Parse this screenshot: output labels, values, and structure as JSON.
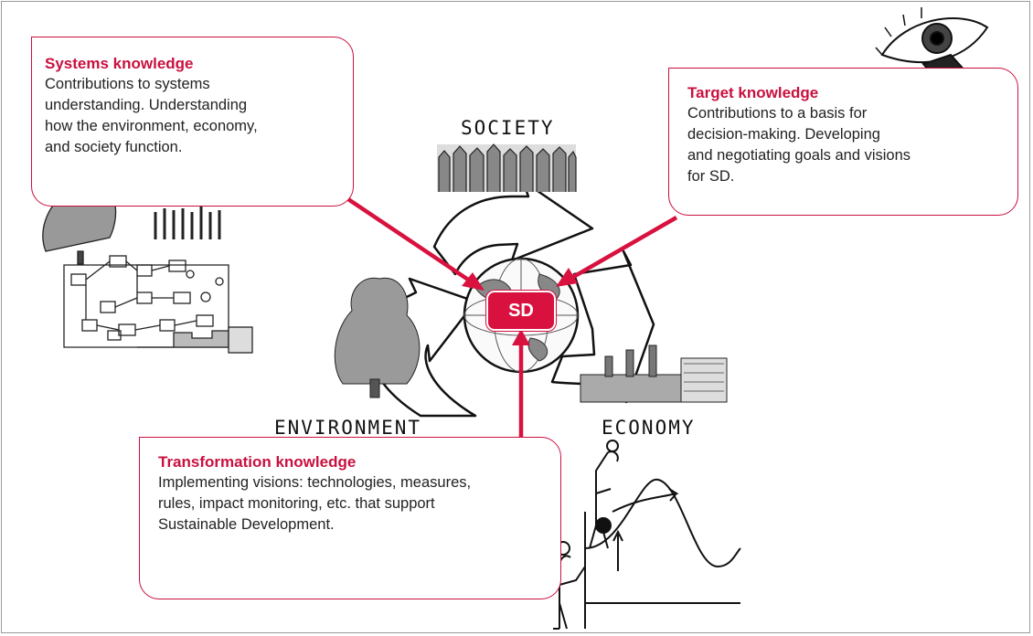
{
  "cards": {
    "systems": {
      "title": "Systems knowledge",
      "lines": [
        "Contributions to systems",
        "understanding. Understanding",
        "how the environment, economy,",
        "and society function."
      ]
    },
    "target": {
      "title": "Target knowledge",
      "lines": [
        "Contributions to a basis for",
        "decision-making. Developing",
        "and negotiating goals and visions",
        "for SD."
      ]
    },
    "transformation": {
      "title": "Transformation knowledge",
      "lines": [
        "Implementing visions: technologies, measures,",
        "rules, impact monitoring, etc. that support",
        "Sustainable Development."
      ]
    }
  },
  "labels": {
    "society": "SOCIETY",
    "environment": "ENVIRONMENT",
    "economy": "ECONOMY",
    "center": "SD"
  },
  "colors": {
    "accent": "#c9103f",
    "arrow": "#d8113f"
  }
}
